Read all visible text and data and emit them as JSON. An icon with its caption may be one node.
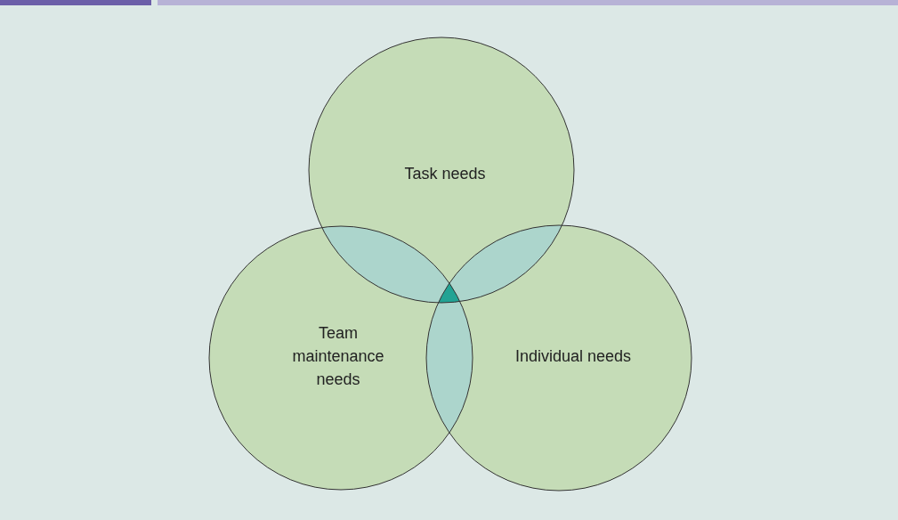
{
  "diagram": {
    "nodes": [
      {
        "text": [
          "Task needs"
        ]
      },
      {
        "text": [
          "Team maintenance needs"
        ]
      },
      {
        "text": [
          "Individual needs"
        ]
      }
    ]
  }
}
